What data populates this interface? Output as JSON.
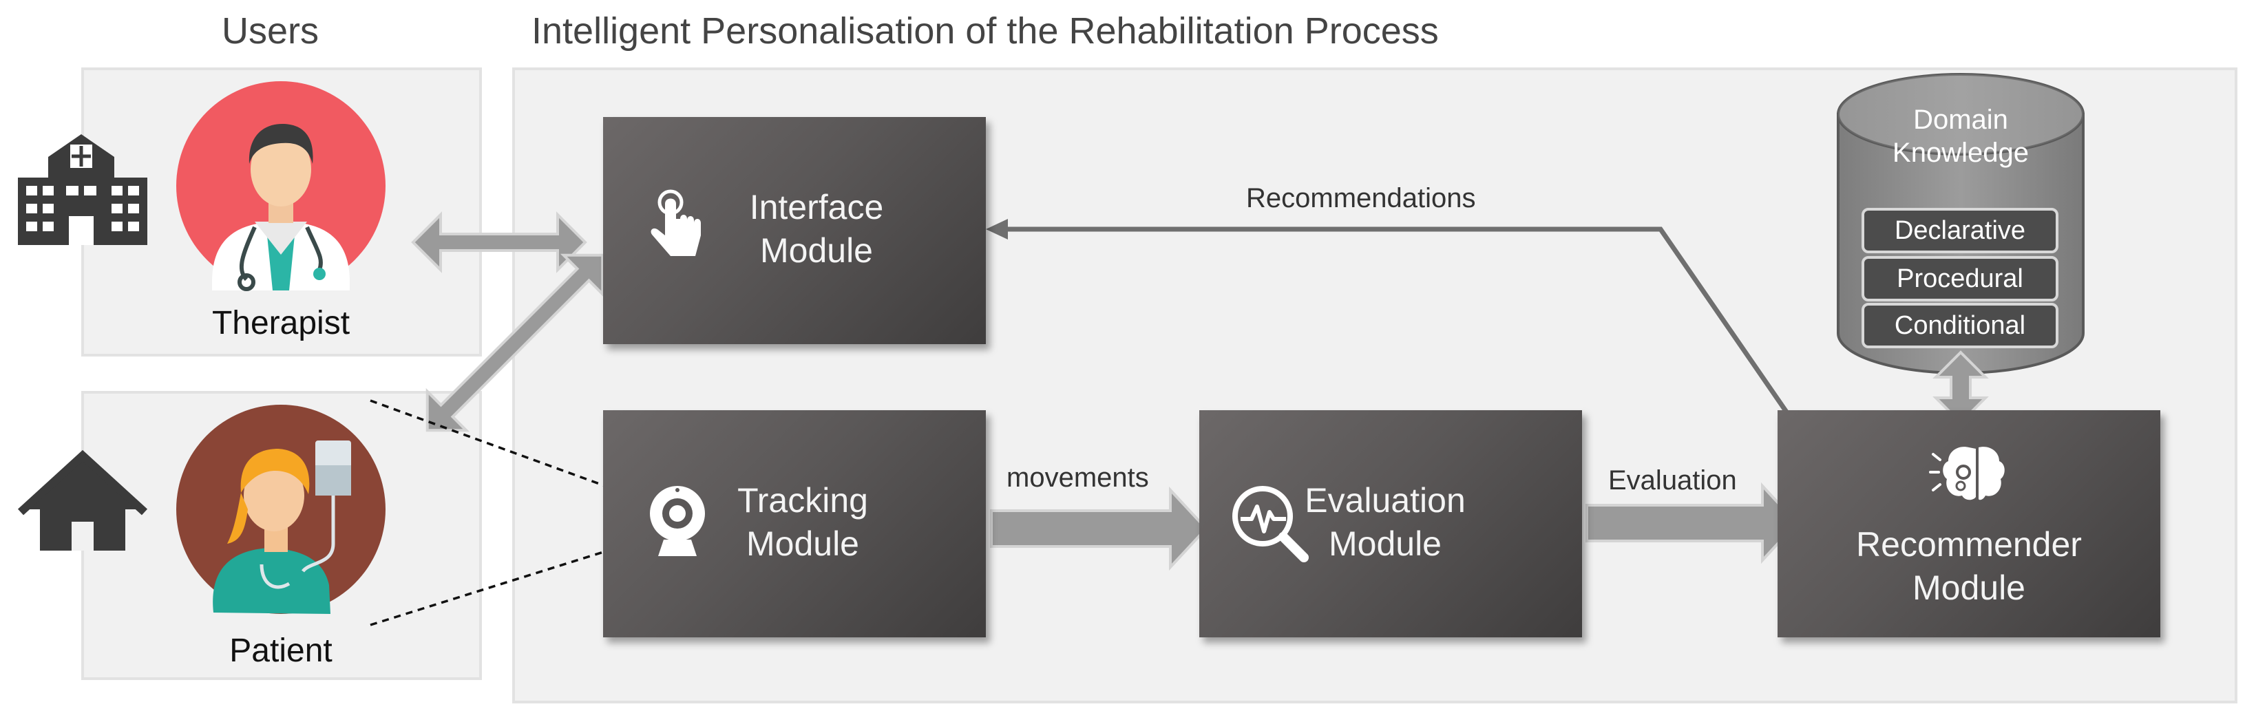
{
  "headings": {
    "users": "Users",
    "process": "Intelligent Personalisation of the Rehabilitation Process"
  },
  "users": {
    "therapist": "Therapist",
    "patient": "Patient"
  },
  "modules": {
    "interface": [
      "Interface",
      "Module"
    ],
    "tracking": [
      "Tracking",
      "Module"
    ],
    "evaluation": [
      "Evaluation",
      "Module"
    ],
    "recommender": [
      "Recommender",
      "Module"
    ]
  },
  "connections": {
    "recommendations": "Recommendations",
    "movements": "movements",
    "evaluation": "Evaluation"
  },
  "domain_knowledge": {
    "title": [
      "Domain",
      "Knowledge"
    ],
    "types": [
      "Declarative",
      "Procedural",
      "Conditional"
    ]
  },
  "colors": {
    "therapist_circle": "#f15a61",
    "patient_circle": "#8a4536",
    "module_dark": "#555252",
    "panel": "#f1f1f1",
    "arrow": "#9a9a9a"
  },
  "icons": {
    "therapist": "doctor-avatar-icon",
    "patient": "patient-avatar-icon",
    "hospital": "hospital-icon",
    "home": "home-icon",
    "interface": "touch-hand-icon",
    "tracking": "webcam-icon",
    "evaluation": "magnifier-pulse-icon",
    "recommender": "brain-gear-icon",
    "knowledge": "database-cylinder-icon"
  }
}
